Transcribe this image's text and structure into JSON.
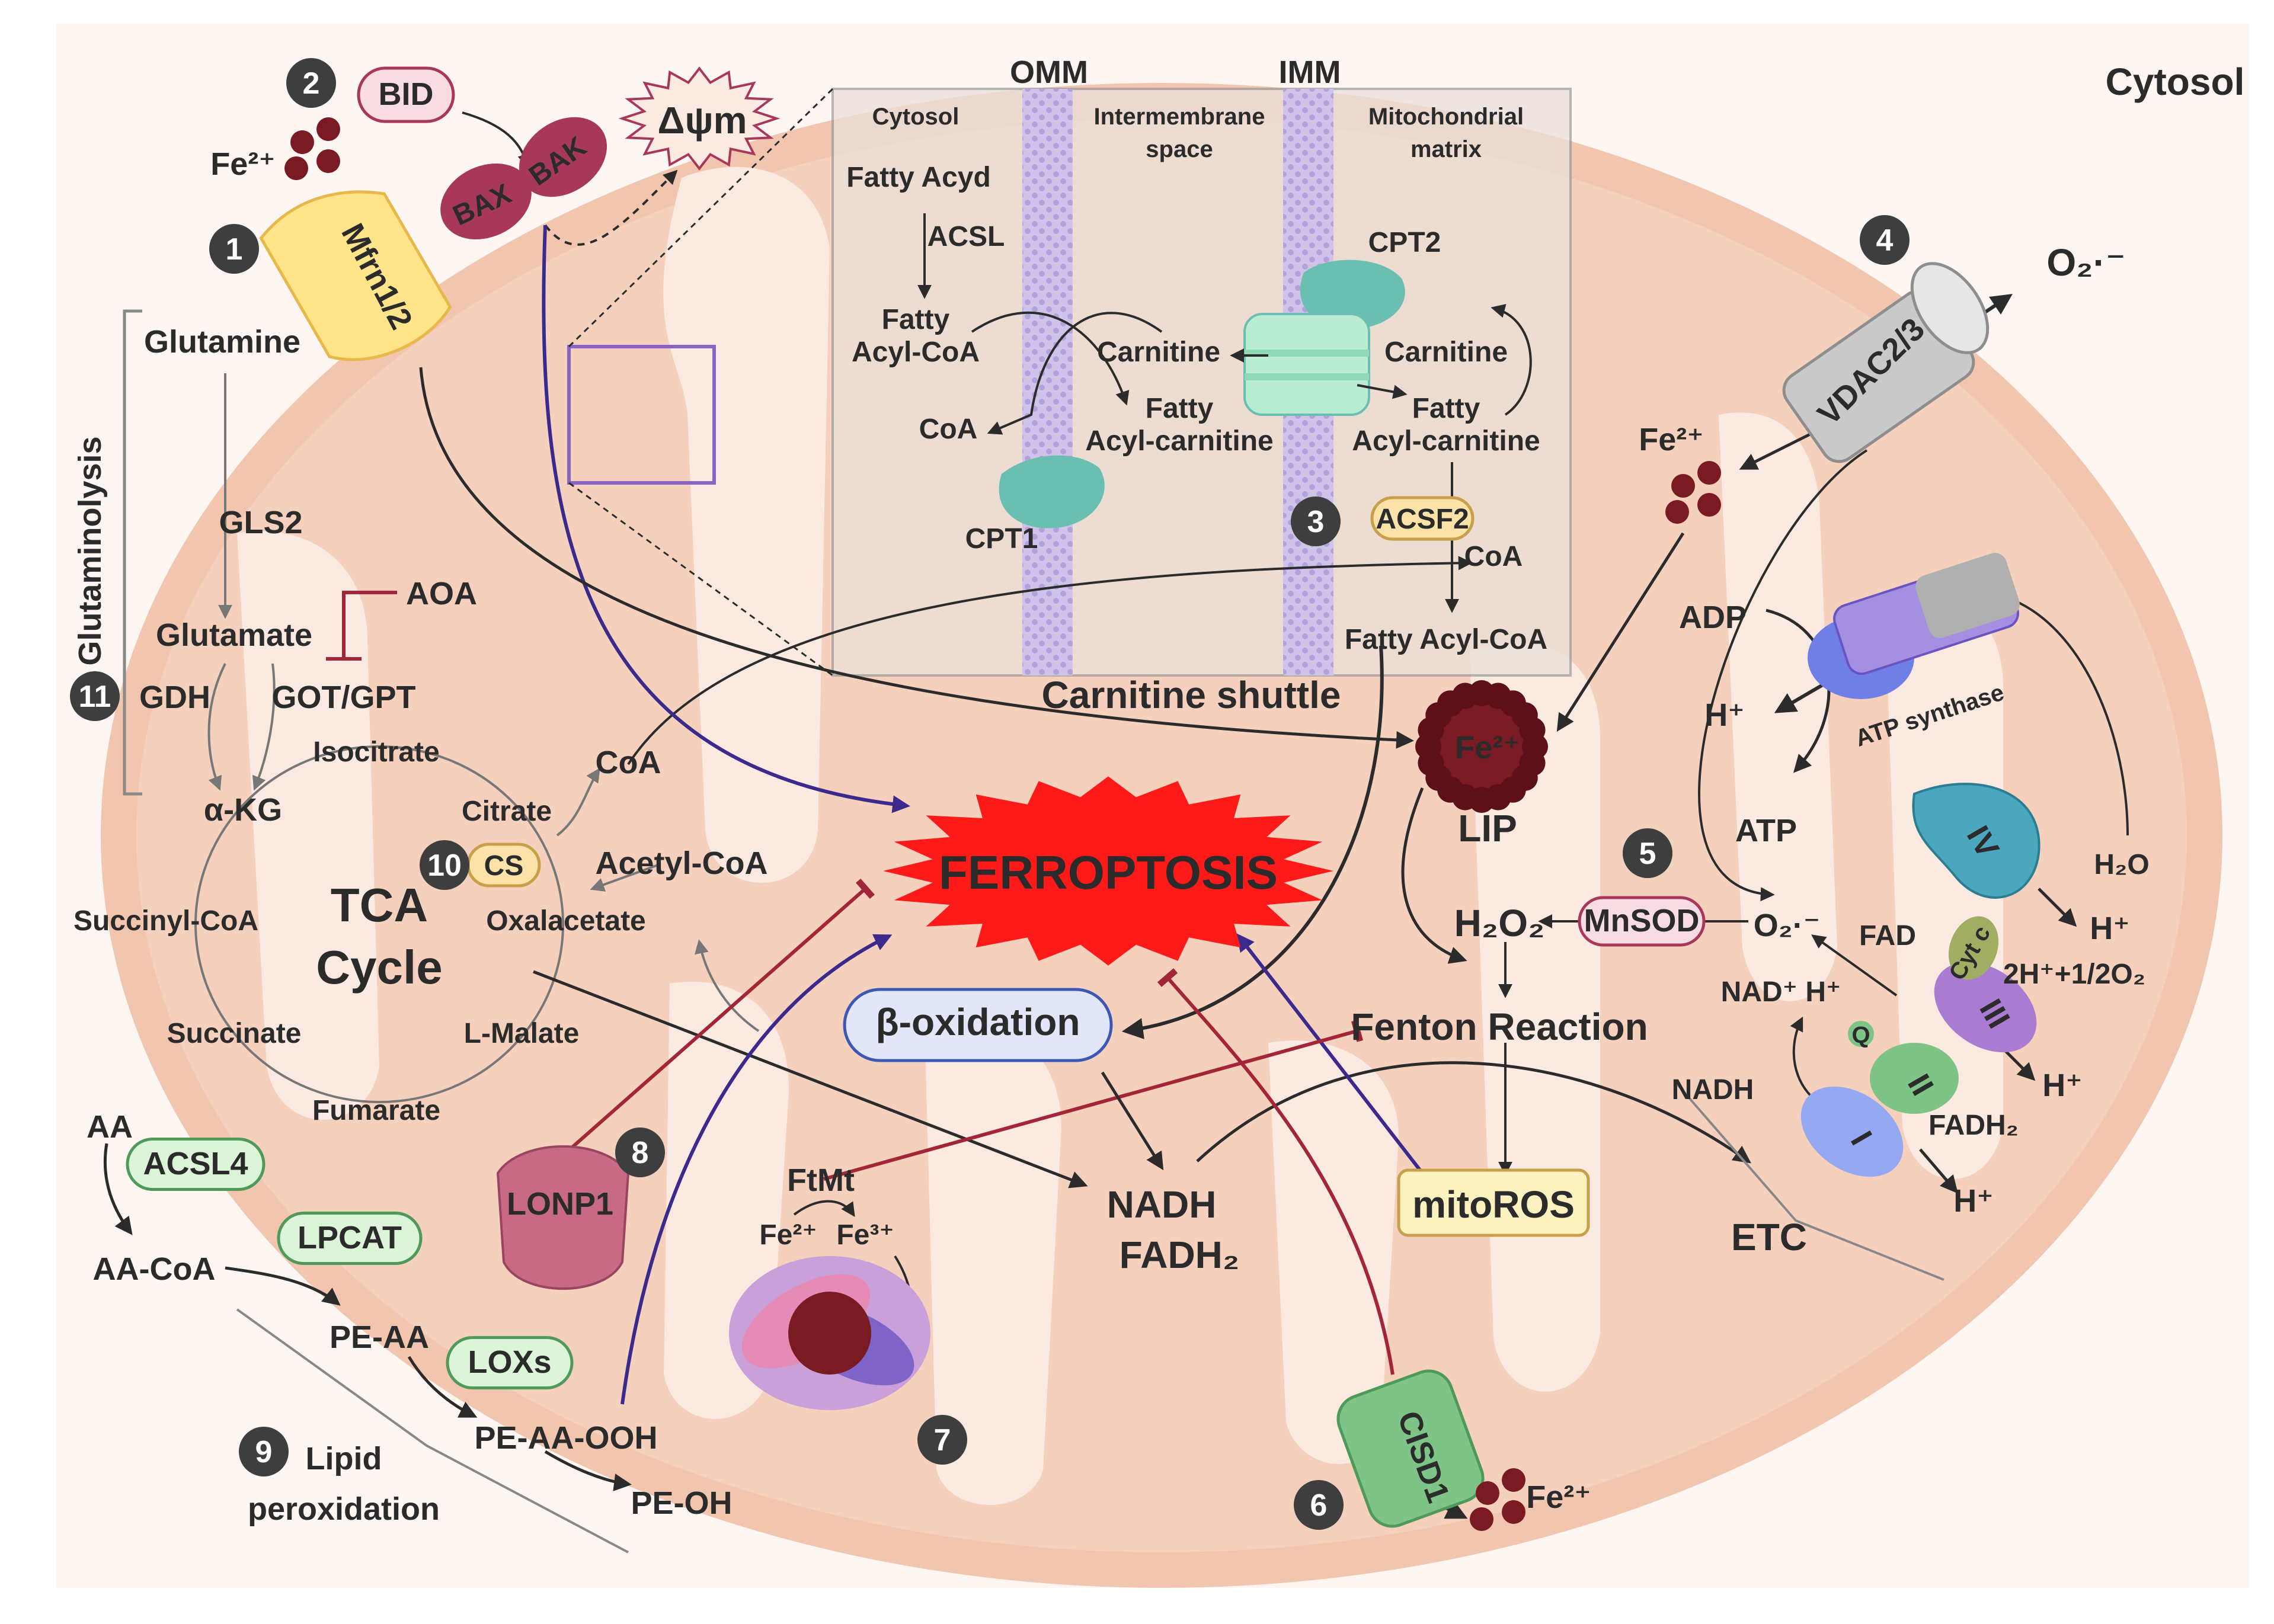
{
  "title": "Cytosol",
  "carnitine_shuttle": {
    "title": "Carnitine shuttle",
    "omm": "OMM",
    "imm": "IMM",
    "cytosol": "Cytosol",
    "intermembrane_1": "Intermembrane",
    "intermembrane_2": "space",
    "matrix_1": "Mitochondrial",
    "matrix_2": "matrix",
    "fatty_acyd": "Fatty Acyd",
    "acsl": "ACSL",
    "fatty_acylcoa_1": "Fatty",
    "fatty_acylcoa_2": "Acyl-CoA",
    "coa_left": "CoA",
    "carnitine_mid": "Carnitine",
    "fatty_acylcarn_mid_1": "Fatty",
    "fatty_acylcarn_mid_2": "Acyl-carnitine",
    "carnitine_right": "Carnitine",
    "fatty_acylcarn_right_1": "Fatty",
    "fatty_acylcarn_right_2": "Acyl-carnitine",
    "cpt1": "CPT1",
    "cpt2": "CPT2",
    "acsf2": "ACSF2",
    "coa_right": "CoA",
    "fatty_acylcoa_bottom": "Fatty Acyl-CoA"
  },
  "numbers": [
    "1",
    "2",
    "3",
    "4",
    "5",
    "6",
    "7",
    "8",
    "9",
    "10",
    "11"
  ],
  "iron": {
    "fe_top": "Fe²⁺",
    "mfrn": "Mfrn1/2",
    "fe_vdac": "Fe²⁺",
    "lip_fe": "Fe²⁺",
    "lip": "LIP",
    "fe_cisd1": "Fe²⁺",
    "cisd1": "CISD1"
  },
  "apoptosis": {
    "bid": "BID",
    "bax": "BAX",
    "bak": "BAK",
    "delta_psi": "Δψm"
  },
  "glutaminolysis": {
    "label": "Glutaminolysis",
    "glutamine": "Glutamine",
    "gls2": "GLS2",
    "glutamate": "Glutamate",
    "aoa": "AOA",
    "gdh": "GDH",
    "got_gpt": "GOT/GPT"
  },
  "tca": {
    "title_1": "TCA",
    "title_2": "Cycle",
    "akg": "α-KG",
    "isocitrate": "Isocitrate",
    "citrate": "Citrate",
    "coa": "CoA",
    "cs": "CS",
    "acetyl_coa": "Acetyl-CoA",
    "oxalacetate": "Oxalacetate",
    "succinyl_coa": "Succinyl-CoA",
    "succinate": "Succinate",
    "l_malate": "L-Malate",
    "fumarate": "Fumarate"
  },
  "center": {
    "ferroptosis": "FERROPTOSIS",
    "beta_oxidation": "β-oxidation",
    "nadh": "NADH",
    "fadh2": "FADH₂",
    "fenton": "Fenton Reaction",
    "mitoros": "mitoROS",
    "h2o2": "H₂O₂",
    "mnsod": "MnSOD",
    "o2_radical": "O₂·⁻",
    "etc": "ETC"
  },
  "lipid": {
    "aa": "AA",
    "acsl4": "ACSL4",
    "aa_coa": "AA-CoA",
    "lpcat": "LPCAT",
    "pe_aa": "PE-AA",
    "loxs": "LOXs",
    "pe_aa_ooh": "PE-AA-OOH",
    "pe_oh": "PE-OH",
    "label_1": "Lipid",
    "label_2": "peroxidation",
    "lonp1": "LONP1"
  },
  "ferritin": {
    "ftmt": "FtMt",
    "fe2": "Fe²⁺",
    "fe3": "Fe³⁺"
  },
  "energy": {
    "vdac": "VDAC2/3",
    "o2_out": "O₂·⁻",
    "adp": "ADP",
    "atp": "ATP",
    "h_plus_atp": "H⁺",
    "atp_synthase": "ATP synthase",
    "complex_iv": "IV",
    "complex_iii": "III",
    "complex_ii": "II",
    "complex_i": "I",
    "q": "Q",
    "cyt_c": "Cyt c",
    "h2o": "H₂O",
    "h_iv": "H⁺",
    "reaction": "2H⁺+1/2O₂",
    "fad": "FAD",
    "nad": "NAD⁺ H⁺",
    "nadh_etc": "NADH",
    "fadh2_etc": "FADH₂",
    "h_iii": "H⁺",
    "h_i": "H⁺"
  },
  "colors": {
    "mito_outer": "#f2c5ae",
    "mito_inner": "#fbeae1",
    "membrane": "#b8a8d8",
    "ferroptosis": "#ff1a1a",
    "iron": "#7a1a22",
    "bax": "#a8385a",
    "inhibit": "#a32638",
    "activate": "#3b2a8c"
  }
}
